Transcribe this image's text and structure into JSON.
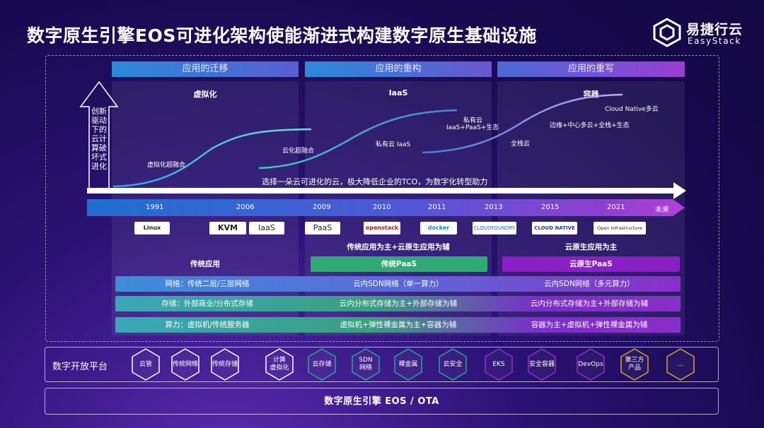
{
  "title": "数字原生引擎EOS可进化架构使能渐进式构建数字原生基础设施",
  "logo": {
    "cn": "易捷行云",
    "en": "EasyStack"
  },
  "side_text": "创新驱动下的云计算破坏式进化",
  "phases": [
    "应用的迁移",
    "应用的重构",
    "应用的重写"
  ],
  "panel_titles": [
    "虚拟化",
    "IaaS",
    "容器"
  ],
  "curve_labels": {
    "p1": "虚拟化超融合",
    "p2a": "云化超融合",
    "p2b": "私有云 IaaS",
    "p2c1": "私有云",
    "p2c2": "IaaS+PaaS+生态",
    "p3a": "全栈云",
    "p3b": "边缘+中心多云+全栈+生态",
    "p3c": "Cloud Native多云"
  },
  "arrow_text": "选择一朵云可进化的云，极大降低企业的TCO，为数字化转型助力",
  "years": [
    "1991",
    "2006",
    "2009",
    "2010",
    "2011",
    "2013",
    "2015",
    "2021",
    "未来"
  ],
  "badges": [
    "Linux",
    "KVM",
    "IaaS",
    "PaaS",
    "openstack",
    "docker",
    "CLOUDFOUNDRY",
    "CLOUD NATIVE",
    "Open Infrastructure"
  ],
  "middle_header": "传统应用为主+云原生应用为辅",
  "right_header": "云原生应用为主",
  "app_labels": [
    "传统应用",
    "传统PaaS",
    "云原生PaaS"
  ],
  "rows": [
    [
      "网络：传统二层/三层网络",
      "云内SDN网络（单一算力）",
      "云内SDN网络（多元算力）"
    ],
    [
      "存储：外部商业/分布式存储",
      "云内分布式存储为主+外部存储为辅",
      "云内分布式存储为主+外部存储为辅"
    ],
    [
      "算力：虚拟机/传统服务器",
      "虚拟机+弹性裸金属为主+容器为辅",
      "容器为主+虚拟机+弹性裸金属为辅"
    ]
  ],
  "platform_label": "数字开放平台",
  "platform_items": [
    {
      "l1": "云管",
      "l2": "",
      "color": "#ffffff"
    },
    {
      "l1": "传统网络",
      "l2": "",
      "color": "#ffffff"
    },
    {
      "l1": "传统存储",
      "l2": "",
      "color": "#ffffff"
    },
    {
      "l1": "计算",
      "l2": "虚拟化",
      "color": "#ffffff"
    },
    {
      "l1": "云存储",
      "l2": "",
      "color": "#1fae8a"
    },
    {
      "l1": "SDN",
      "l2": "网络",
      "color": "#1fae8a"
    },
    {
      "l1": "裸金属",
      "l2": "",
      "color": "#1fae8a"
    },
    {
      "l1": "云安全",
      "l2": "",
      "color": "#1fae8a"
    },
    {
      "l1": "EKS",
      "l2": "",
      "color": "#9b2ad0"
    },
    {
      "l1": "安全容器",
      "l2": "",
      "color": "#9b2ad0"
    },
    {
      "l1": "DevOps",
      "l2": "",
      "color": "#9b2ad0"
    },
    {
      "l1": "第三方",
      "l2": "产品",
      "color": "#e0a323"
    },
    {
      "l1": "...",
      "l2": "",
      "color": "#e0a323"
    }
  ],
  "engine": "数字原生引擎 EOS / OTA"
}
